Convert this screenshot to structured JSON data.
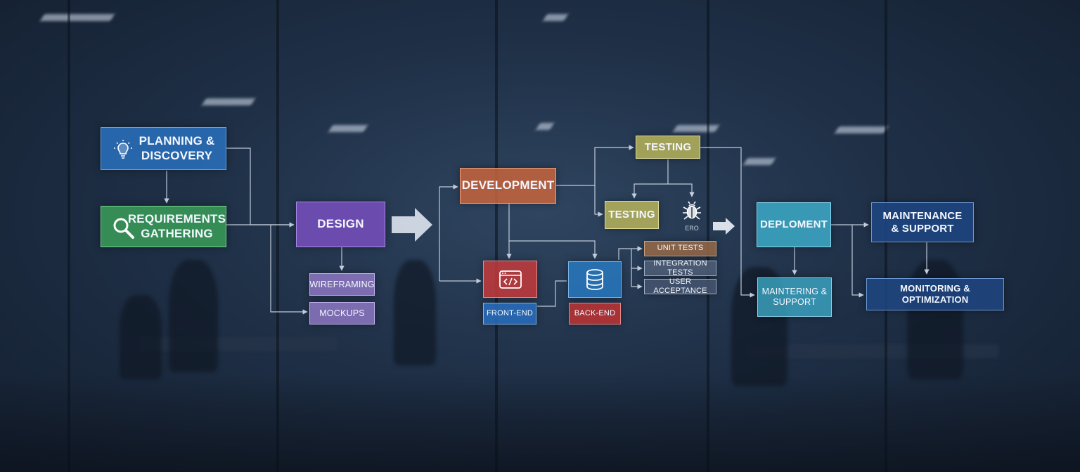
{
  "nodes": {
    "planning": "PLANNING &\nDISCOVERY",
    "requirements": "REQUIREMENTS\nGATHERING",
    "design": "DESIGN",
    "wireframing": "WIREFRAMING",
    "mockups": "MOCKUPS",
    "development": "DEVELOPMENT",
    "frontend": "FRONT-END",
    "backend": "BACK-END",
    "testing_top": "TESTING",
    "testing_mid": "TESTING",
    "bug_label": "ERO",
    "unit_tests": "UNIT TESTS",
    "integration_tests": "INTEGRATION TESTS",
    "user_acceptance": "USER ACCEPTANCE",
    "deployment": "DEPLOMENT",
    "maint_support": "MAINTERING &\nSUPPORT",
    "maintenance": "MAINTENANCE\n& SUPPORT",
    "monitoring": "MONITORING & OPTIMIZATION"
  },
  "icons": {
    "planning": "lightbulb-icon",
    "requirements": "magnifier-icon",
    "frontend": "browser-code-icon",
    "backend": "database-icon",
    "testing": "bug-icon"
  },
  "colors": {
    "planning": "#2a6eba",
    "requirements": "#3a9e58",
    "design": "#7850be",
    "development": "#c8643c",
    "testing": "#b9b45a",
    "deployment": "#3caac8",
    "maintenance": "#1e4682"
  }
}
